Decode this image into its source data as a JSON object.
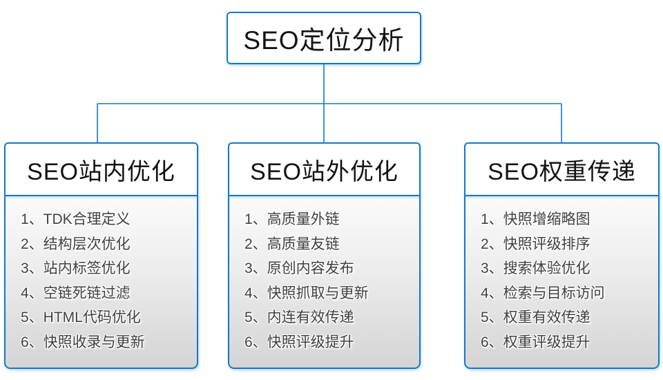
{
  "colors": {
    "accent": "#1677c8",
    "item_text": "#3f3f3f"
  },
  "root": {
    "title": "SEO定位分析"
  },
  "columns": [
    {
      "title": "SEO站内优化",
      "items": [
        "1、TDK合理定义",
        "2、结构层次优化",
        "3、站内标签优化",
        "4、空链死链过滤",
        "5、HTML代码优化",
        "6、快照收录与更新"
      ]
    },
    {
      "title": "SEO站外优化",
      "items": [
        "1、高质量外链",
        "2、高质量友链",
        "3、原创内容发布",
        "4、快照抓取与更新",
        "5、内连有效传递",
        "6、快照评级提升"
      ]
    },
    {
      "title": "SEO权重传递",
      "items": [
        "1、快照增缩略图",
        "2、快照评级排序",
        "3、搜索体验优化",
        "4、检索与目标访问",
        "5、权重有效传递",
        "6、权重评级提升"
      ]
    }
  ]
}
